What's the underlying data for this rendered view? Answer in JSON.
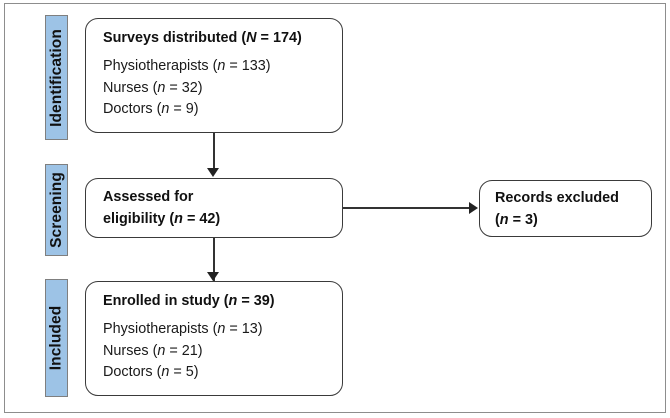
{
  "diagram": {
    "type": "prisma-flow-diagram",
    "colors": {
      "stage_bar_fill": "#9DC3E6",
      "stage_bar_border": "#7F7F7F",
      "box_border": "#3A3A3A",
      "connector": "#333333",
      "frame": "#8D8D8D",
      "text": "#111111"
    },
    "stages": [
      {
        "id": "identification",
        "label": "Identification"
      },
      {
        "id": "screening",
        "label": "Screening"
      },
      {
        "id": "included",
        "label": "Included"
      }
    ],
    "boxes": {
      "surveys_distributed": {
        "heading_prefix": "Surveys distributed (",
        "heading_symbol": "N",
        "heading_suffix": " = 174)",
        "items": [
          {
            "label": "Physiotherapists (",
            "symbol": "n",
            "value": " = 133)"
          },
          {
            "label": "Nurses (",
            "symbol": "n",
            "value": " = 32)"
          },
          {
            "label": "Doctors (",
            "symbol": "n",
            "value": " = 9)"
          }
        ]
      },
      "assessed_eligibility": {
        "heading_line1": "Assessed for",
        "heading_prefix": "eligibility (",
        "heading_symbol": "n",
        "heading_suffix": " = 42)"
      },
      "records_excluded": {
        "heading_line1": "Records excluded",
        "heading_prefix": "(",
        "heading_symbol": "n",
        "heading_suffix": " = 3)"
      },
      "enrolled_in_study": {
        "heading_prefix": "Enrolled in study (",
        "heading_symbol": "n",
        "heading_suffix": " = 39)",
        "items": [
          {
            "label": "Physiotherapists (",
            "symbol": "n",
            "value": " = 13)"
          },
          {
            "label": "Nurses (",
            "symbol": "n",
            "value": " = 21)"
          },
          {
            "label": "Doctors (",
            "symbol": "n",
            "value": " = 5)"
          }
        ]
      }
    },
    "connectors": [
      {
        "id": "identification-to-screening",
        "direction": "down"
      },
      {
        "id": "screening-to-excluded",
        "direction": "right"
      },
      {
        "id": "screening-to-included",
        "direction": "down"
      }
    ]
  }
}
